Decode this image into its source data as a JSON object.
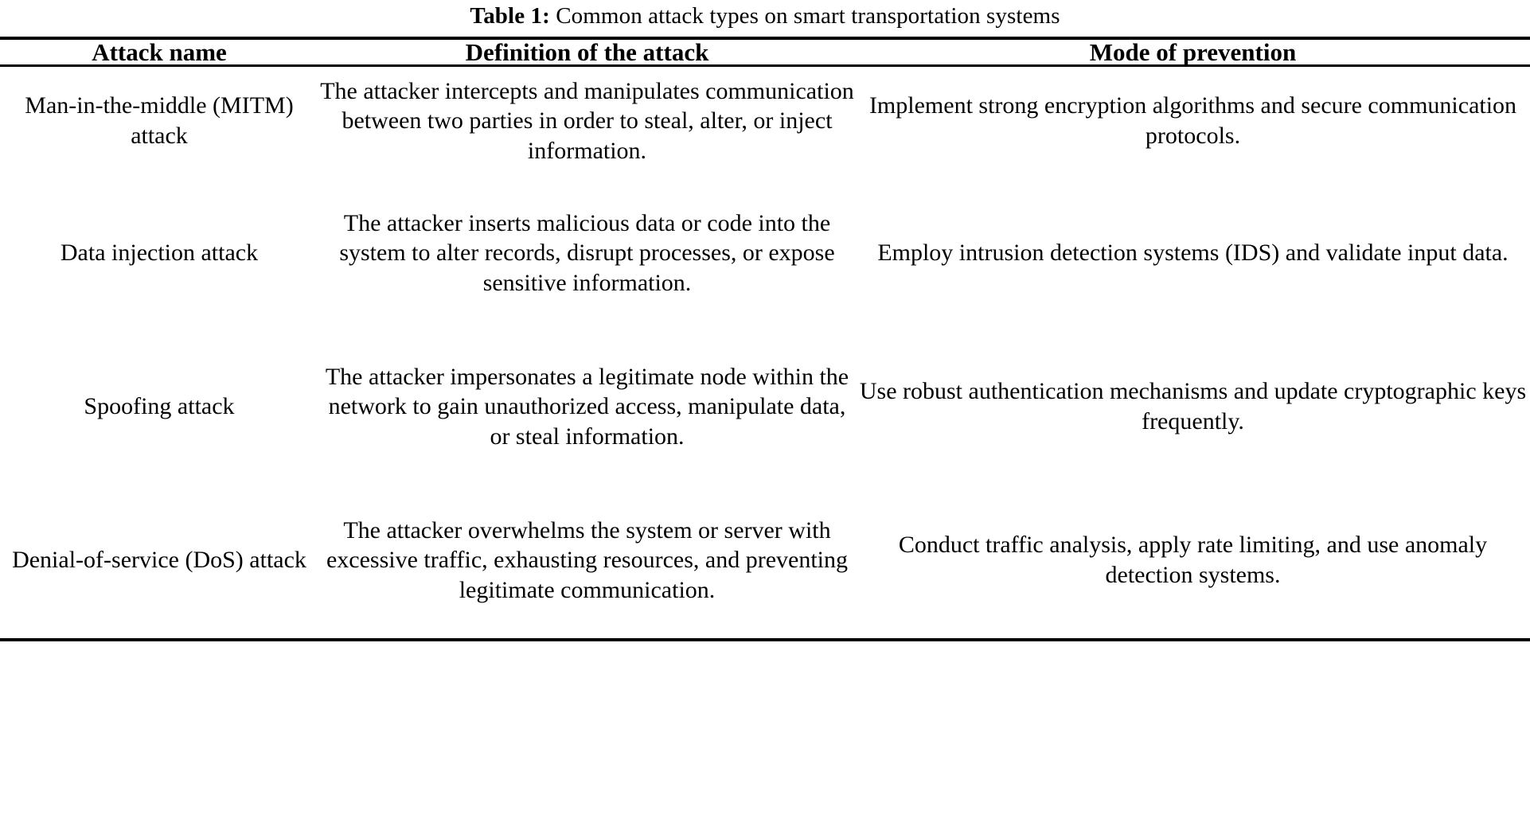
{
  "caption": {
    "label": "Table 1:",
    "text": "Common attack types on smart transportation systems"
  },
  "table": {
    "headers": [
      "Attack name",
      "Definition of the attack",
      "Mode of prevention"
    ],
    "rows": [
      {
        "name": "Man-in-the-middle (MITM) attack",
        "definition": "The attacker intercepts and manipulates communication between two parties in order to steal, alter, or inject information.",
        "prevention": "Implement strong encryption algorithms and secure communication protocols."
      },
      {
        "name": "Data injection attack",
        "definition": "The attacker inserts malicious data or code into the system to alter records, disrupt processes, or expose sensitive information.",
        "prevention": "Employ intrusion detection systems (IDS) and validate input data."
      },
      {
        "name": "Spoofing attack",
        "definition": "The attacker impersonates a legitimate node within the network to gain unauthorized access, manipulate data, or steal information.",
        "prevention": "Use robust authentication mechanisms and update cryptographic keys frequently."
      },
      {
        "name": "Denial-of-service (DoS) attack",
        "definition": "The attacker overwhelms the system or server with excessive traffic, exhausting resources, and preventing legitimate communication.",
        "prevention": "Conduct traffic analysis, apply rate limiting, and use anomaly detection systems."
      }
    ]
  }
}
